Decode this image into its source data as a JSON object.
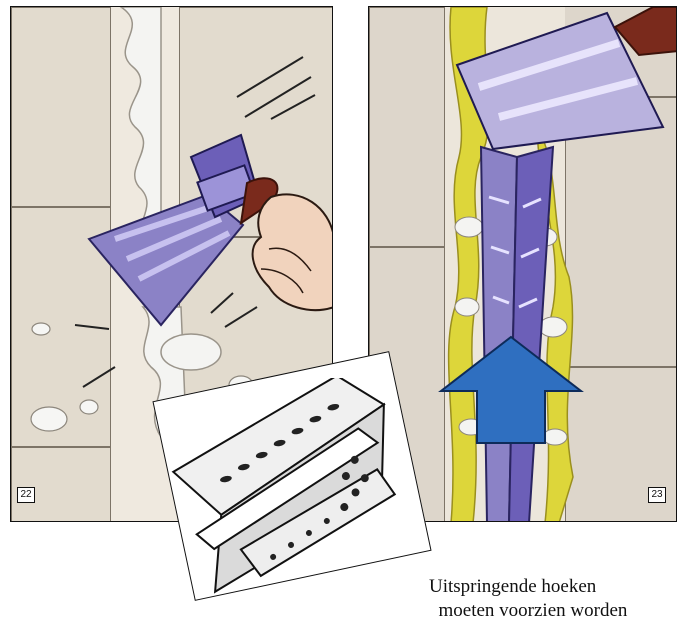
{
  "figures": {
    "left": {
      "number": "22",
      "icons": [
        "wall-tiles",
        "scraper",
        "hand",
        "plaster-blobs",
        "motion-lines"
      ]
    },
    "right": {
      "number": "23",
      "icons": [
        "wall-tiles",
        "trowel",
        "corner-profile",
        "yellow-plaster",
        "up-arrow"
      ]
    }
  },
  "inset": {
    "icons": [
      "corner-bead-profile"
    ]
  },
  "caption": {
    "lines": [
      "Uitspringende hoeken",
      "  moeten voorzien worden"
    ]
  },
  "colors": {
    "tile": "#e2dbce",
    "grout": "#7d7467",
    "tool_blade": "#8b82c6",
    "handle": "#7a2a1c",
    "plaster_white": "#f4f4f2",
    "plaster_yellow": "#ddd63a",
    "arrow_blue": "#2f6fc0"
  }
}
